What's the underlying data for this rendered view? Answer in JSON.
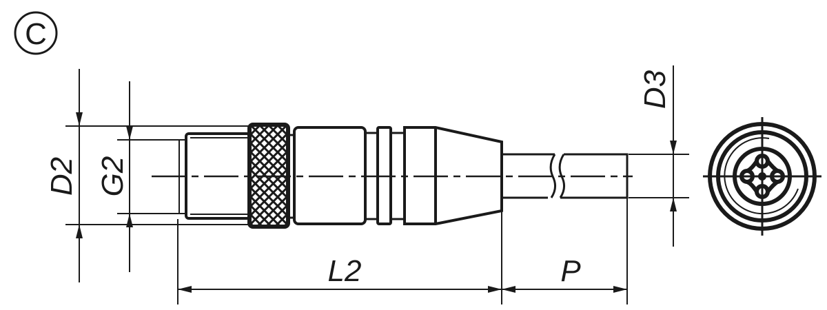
{
  "view_marker": "C",
  "dimensions": {
    "d2": "D2",
    "g2": "G2",
    "l2": "L2",
    "p": "P",
    "d3": "D3"
  },
  "colors": {
    "ink": "#1a1a1a",
    "background": "#ffffff"
  }
}
